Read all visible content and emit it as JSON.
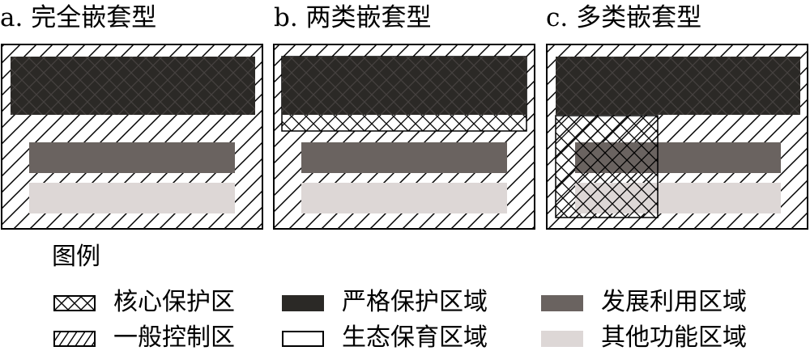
{
  "panels": [
    {
      "title": "a. 完全嵌套型"
    },
    {
      "title": "b. 两类嵌套型"
    },
    {
      "title": "c. 多类嵌套型"
    }
  ],
  "legend": {
    "heading": "图例",
    "items": [
      {
        "label": "核心保护区",
        "pattern": "crosshatch"
      },
      {
        "label": "一般控制区",
        "pattern": "diagonal"
      },
      {
        "label": "严格保护区域",
        "color": "#2b2926"
      },
      {
        "label": "生态保育区域",
        "color": "#ffffff"
      },
      {
        "label": "发展利用区域",
        "color": "#6a6360"
      },
      {
        "label": "其他功能区域",
        "color": "#ddd7d6"
      }
    ]
  },
  "colors": {
    "strict": "#2b2926",
    "develop": "#6a6360",
    "other": "#ddd7d6",
    "outline": "#000000"
  }
}
